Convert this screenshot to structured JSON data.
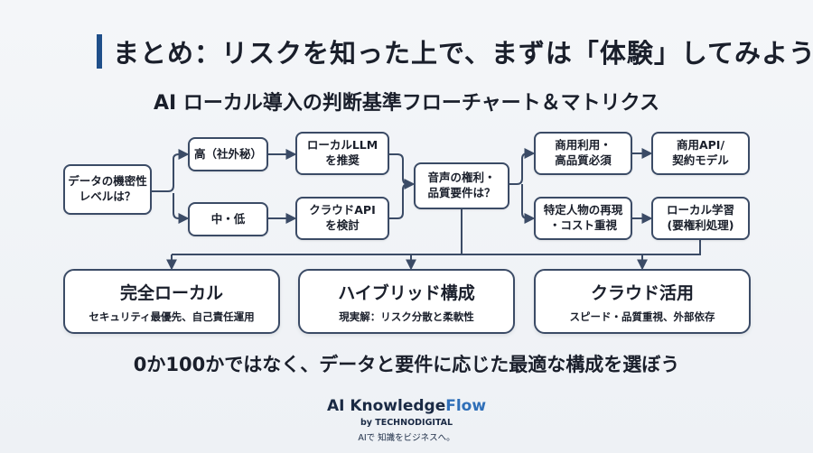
{
  "header": {
    "title": "まとめ：リスクを知った上で、まずは「体験」してみよう",
    "subtitle": "AI ローカル導入の判断基準フローチャート＆マトリクス"
  },
  "flow": {
    "start": [
      "データの機密性",
      "レベルは？"
    ],
    "high": "高（社外秘）",
    "midlow": "中・低",
    "local_llm": [
      "ローカルLLM",
      "を推奨"
    ],
    "cloud_api": [
      "クラウドAPI",
      "を検討"
    ],
    "voice": [
      "音声の権利・",
      "品質要件は？"
    ],
    "commercial": [
      "商用利用・",
      "高品質必須"
    ],
    "commercial_api": [
      "商用API/",
      "契約モデル"
    ],
    "person": [
      "特定人物の再現",
      "・コスト重視"
    ],
    "local_learning": [
      "ローカル学習",
      "(要権利処理)"
    ]
  },
  "outcomes": [
    {
      "title": "完全ローカル",
      "desc": "セキュリティ最優先、自己責任運用"
    },
    {
      "title": "ハイブリッド構成",
      "desc": "現実解：リスク分散と柔軟性"
    },
    {
      "title": "クラウド活用",
      "desc": "スピード・品質重視、外部依存"
    }
  ],
  "tagline": "0か100かではなく、データと要件に応じた最適な構成を選ぼう",
  "footer": {
    "brand_main": "AI Knowledge",
    "brand_accent": "Flow",
    "by": "by TECHNODIGITAL",
    "slogan": "AIで 知識をビジネスへ。"
  },
  "colors": {
    "accent": "#1f4f8a",
    "line": "#3b4b66",
    "brand_accent": "#2f6fb8"
  }
}
